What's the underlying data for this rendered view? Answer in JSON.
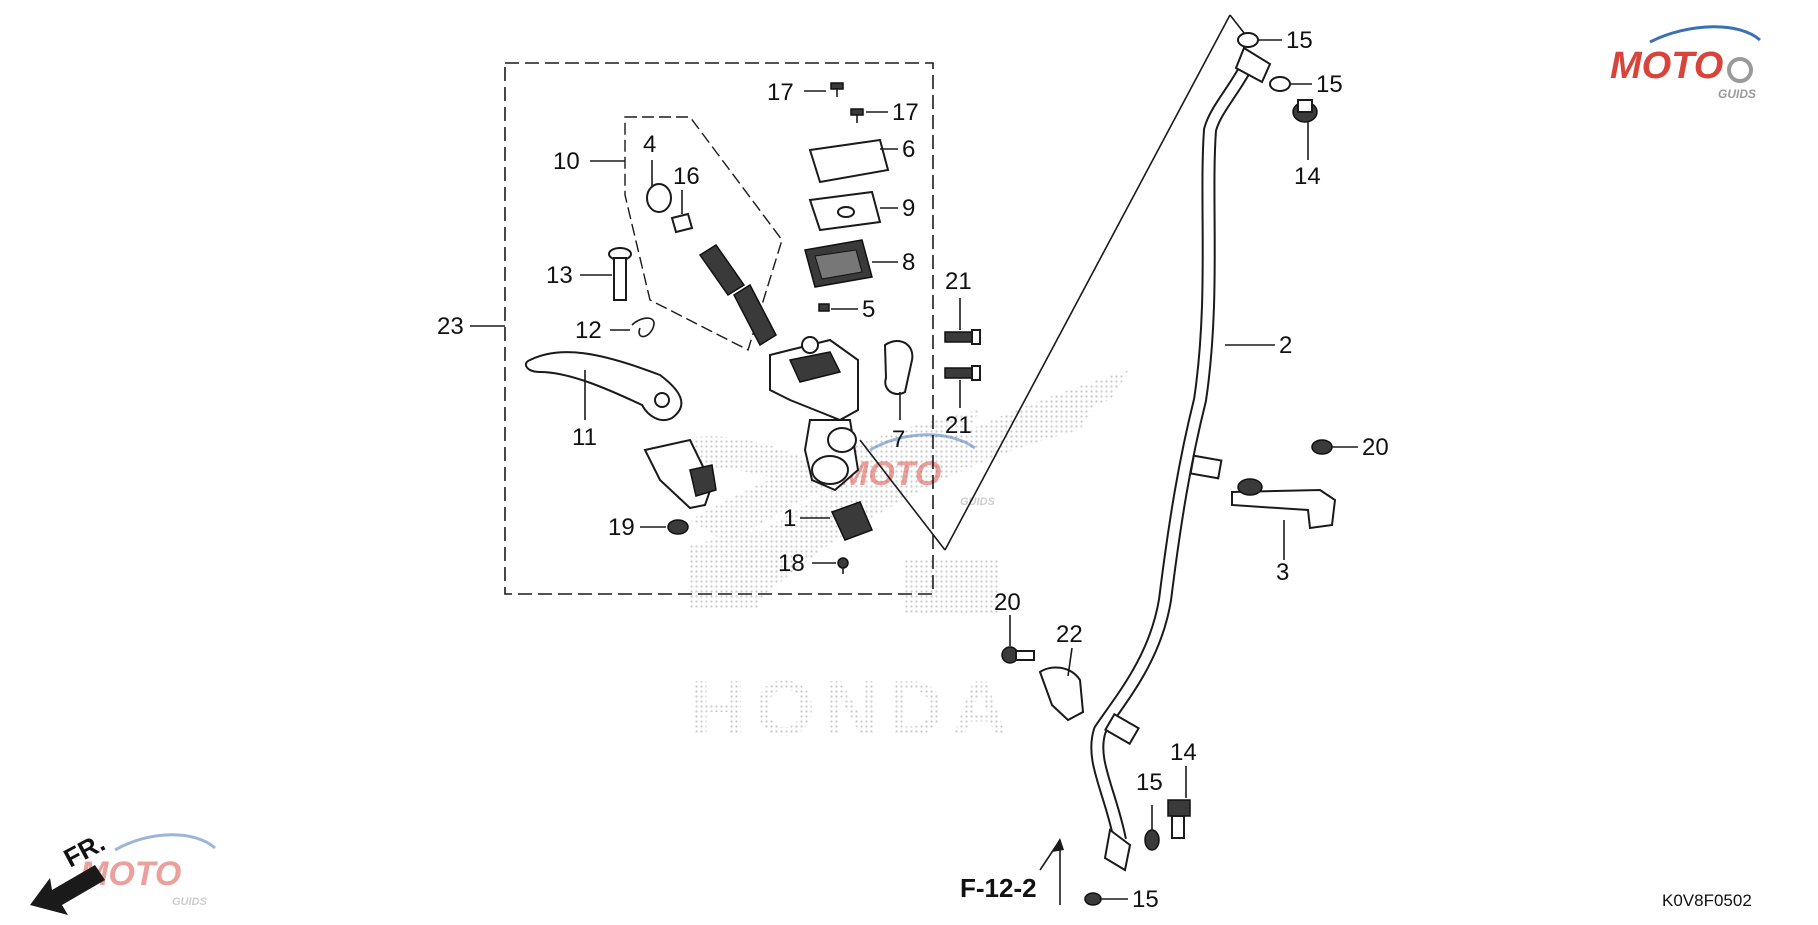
{
  "colors": {
    "ink": "#1a1a1a",
    "watermark_gray": "#c9c9c9",
    "logo_red": "#d8443a",
    "logo_blue": "#3b6fb6",
    "logo_gray": "#9a9a9a"
  },
  "diagram": {
    "diagram_code": "K0V8F0502",
    "reference": "F-12-2",
    "direction_label": "FR.",
    "watermark_brand": "HONDA",
    "site_logo": {
      "text": "MOTO",
      "sub": "GUIDS"
    },
    "part_labels": {
      "p1": "1",
      "p2": "2",
      "p3": "3",
      "p4": "4",
      "p5": "5",
      "p6": "6",
      "p7": "7",
      "p8": "8",
      "p9": "9",
      "p10": "10",
      "p11": "11",
      "p12": "12",
      "p13": "13",
      "p14a": "14",
      "p14b": "14",
      "p15a": "15",
      "p15b": "15",
      "p15c": "15",
      "p15d": "15",
      "p16": "16",
      "p17a": "17",
      "p17b": "17",
      "p18": "18",
      "p19": "19",
      "p20a": "20",
      "p20b": "20",
      "p21a": "21",
      "p21b": "21",
      "p22": "22",
      "p23": "23"
    }
  }
}
